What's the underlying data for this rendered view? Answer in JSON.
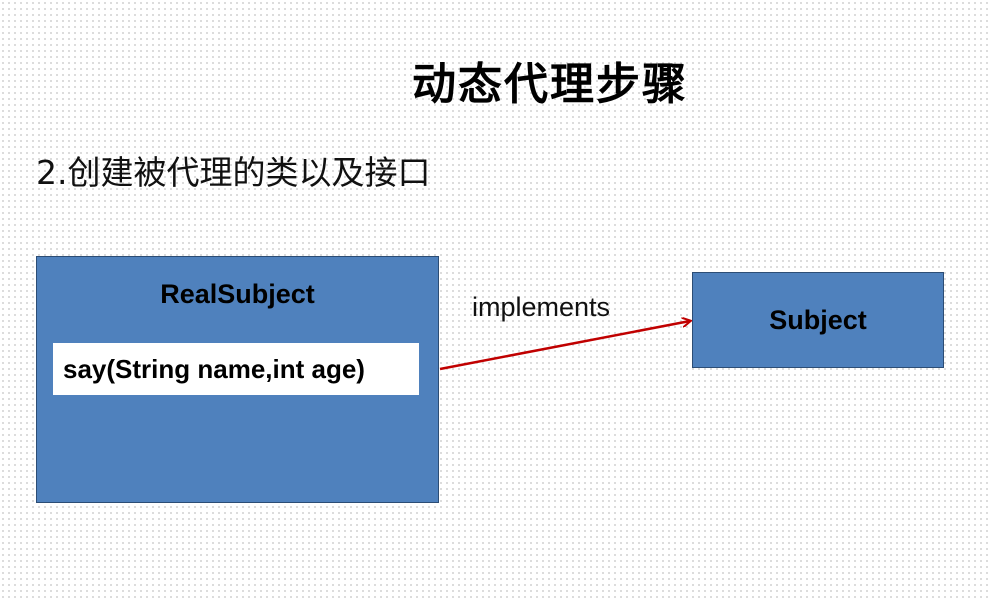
{
  "title": "动态代理步骤",
  "subtitle": "2.创建被代理的类以及接口",
  "real_subject": {
    "label": "RealSubject",
    "method": "say(String name,int age)"
  },
  "subject": {
    "label": "Subject"
  },
  "relation": {
    "label": "implements",
    "color": "#c00000"
  },
  "colors": {
    "box_fill": "#4f81bd",
    "box_border": "#2c4d75"
  }
}
